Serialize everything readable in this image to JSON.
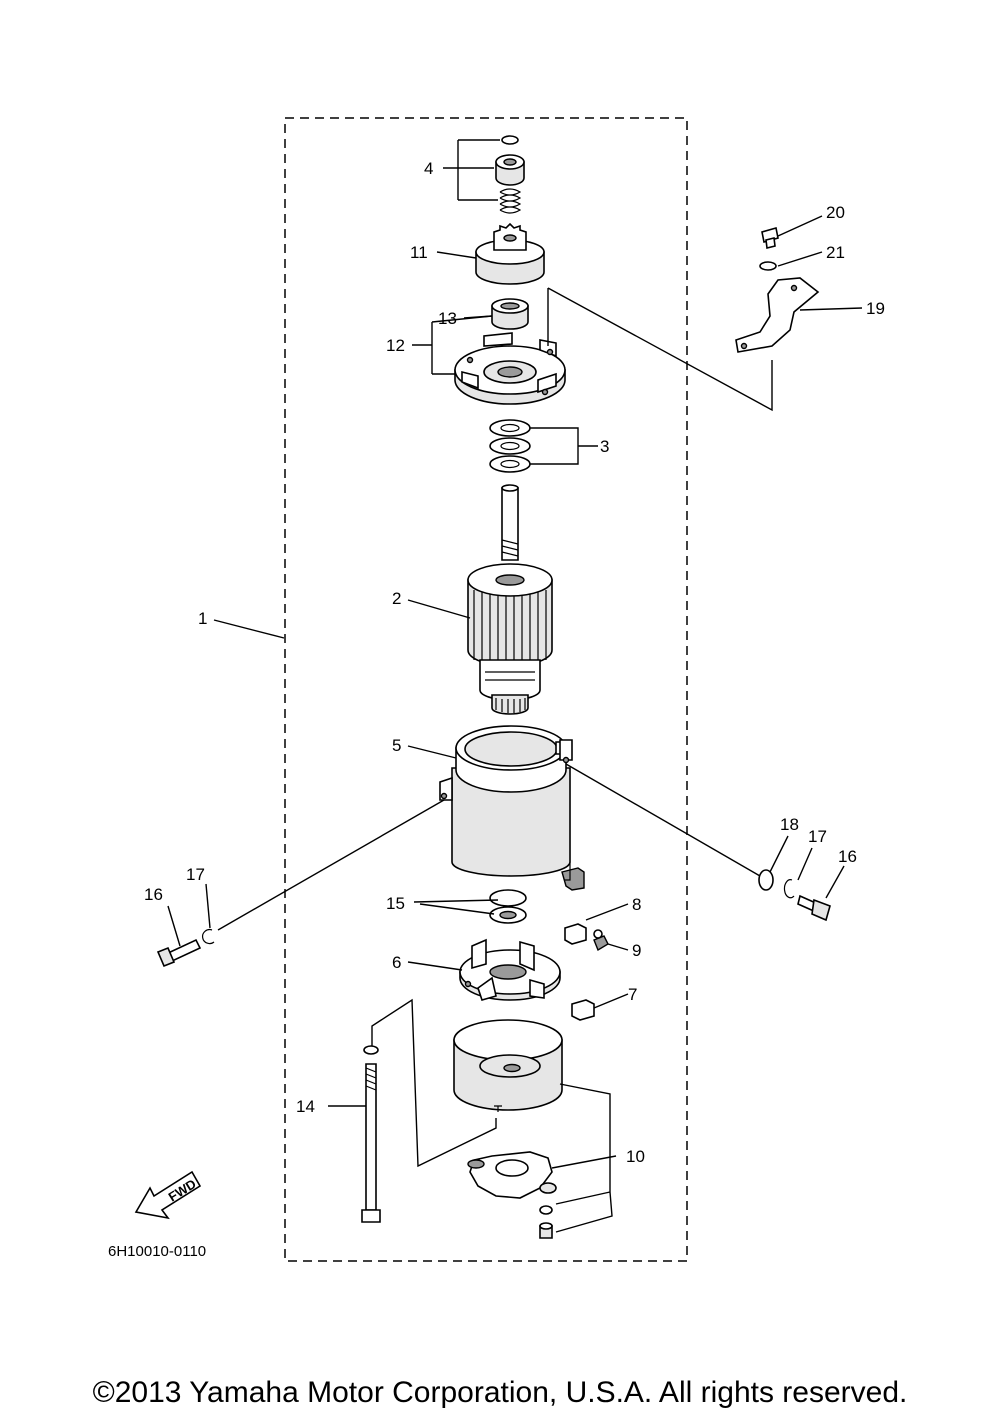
{
  "callouts": {
    "c1": "1",
    "c2": "2",
    "c3": "3",
    "c4": "4",
    "c5": "5",
    "c6": "6",
    "c7": "7",
    "c8": "8",
    "c9": "9",
    "c10": "10",
    "c11": "11",
    "c12": "12",
    "c13": "13",
    "c14": "14",
    "c15": "15",
    "c16_left": "16",
    "c16_right": "16",
    "c17_left": "17",
    "c17_right": "17",
    "c18": "18",
    "c19": "19",
    "c20": "20",
    "c21": "21"
  },
  "fwd_label": "FWD",
  "diagram_code": "6H10010-0110",
  "copyright": "©2013 Yamaha Motor Corporation, U.S.A. All rights reserved."
}
